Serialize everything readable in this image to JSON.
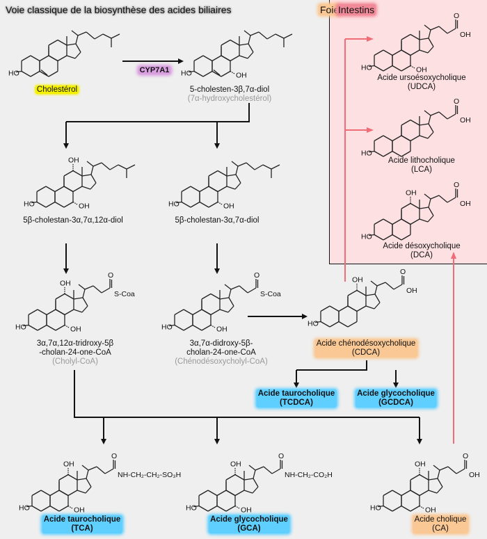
{
  "title": "Voie classique de la biosynthèse des acides biliaires",
  "zones": {
    "liver": "Foie",
    "intestine": "Intestins"
  },
  "colors": {
    "background": "#efefef",
    "intestine_bg": "#fde0e2",
    "intestine_arrow": "#f06c76",
    "pathway_arrow": "#111111",
    "highlight_yellow": "#f5f000",
    "highlight_orange": "#f9c894",
    "highlight_blue": "#5fcfff",
    "highlight_purple": "#d9a0e0",
    "highlight_red": "#f08a98"
  },
  "enzyme": "CYP7A1",
  "compounds": {
    "cholesterol": {
      "name": "Cholestérol"
    },
    "hydroxycholesterol": {
      "name": "5-cholesten-3β,7α-diol",
      "alt": "(7α-hydroxycholestérol)"
    },
    "triol": {
      "name": "5β-cholestan-3α,7α,12α-diol"
    },
    "diol": {
      "name": "5β-cholestan-3α,7α-diol"
    },
    "cholyl_coa": {
      "name1": "3α,7α,12α-tridroxy-5β",
      "name2": "-cholan-24-one-CoA",
      "alt": "(Cholyl-CoA)"
    },
    "cdca_coa": {
      "name1": "3α,7α-didroxy-5β-",
      "name2": "cholan-24-one-CoA",
      "alt": "(Chénodésoxycholyl-CoA)"
    },
    "cdca": {
      "name": "Acide chénodésoxycholique",
      "abbr": "(CDCA)"
    },
    "tcdca": {
      "name": "Acide taurocholique",
      "abbr": "(TCDCA)"
    },
    "gcdca": {
      "name": "Acide glycocholique",
      "abbr": "(GCDCA)"
    },
    "tca": {
      "name": "Acide taurocholique",
      "abbr": "(TCA)"
    },
    "gca": {
      "name": "Acide glycocholique",
      "abbr": "(GCA)"
    },
    "ca": {
      "name": "Acide cholique",
      "abbr": "(CA)"
    },
    "udca": {
      "name": "Acide ursoésoxycholique",
      "abbr": "(UDCA)"
    },
    "lca": {
      "name": "Acide lithocholique",
      "abbr": "(LCA)"
    },
    "dca": {
      "name": "Acide désoxycholique",
      "abbr": "(DCA)"
    }
  },
  "atoms": {
    "oh": "OH",
    "ho": "HO",
    "o": "O",
    "scoa": "S-Coa",
    "taurine_tail": "NH-CH₂-CH₂-SO₃H",
    "glycine_tail": "NH-CH₂-CO₂H"
  }
}
